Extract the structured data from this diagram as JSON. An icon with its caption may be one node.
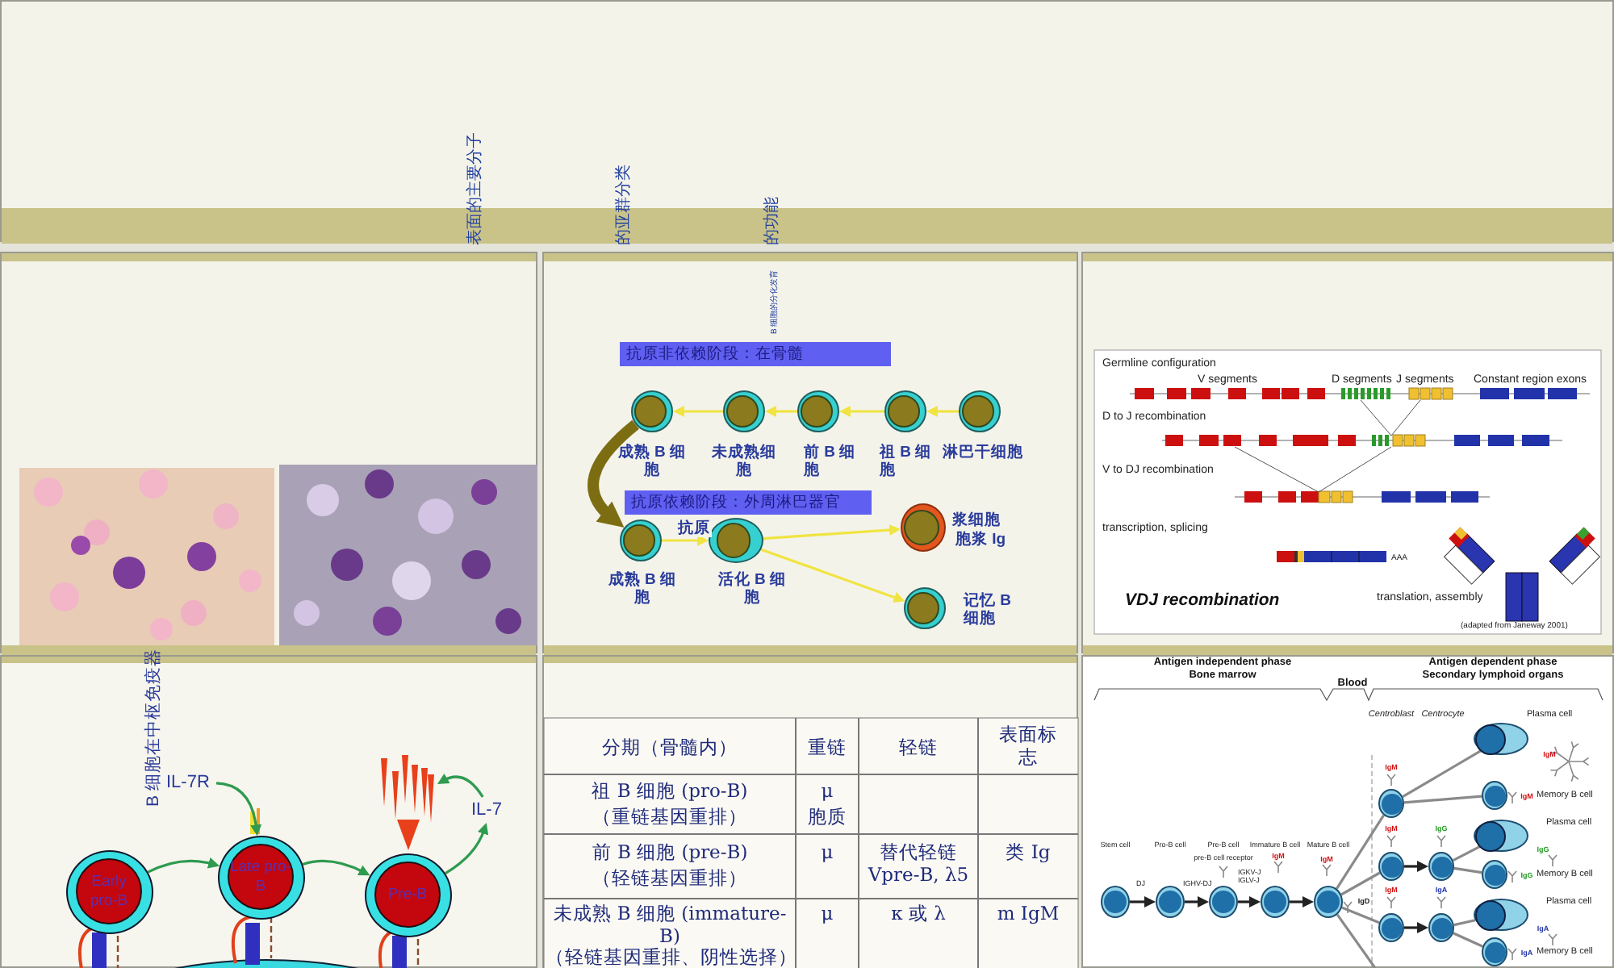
{
  "diagram": {
    "nodes": [
      {
        "text": [
          "抗原非依赖阶段：在骨髓"
        ]
      },
      {
        "text": [],
        "shape": "circle",
        "beside": [
          "成熟 B 细胞"
        ]
      },
      {
        "text": [],
        "shape": "circle",
        "beside": [
          "未成熟细胞"
        ]
      },
      {
        "text": [],
        "shape": "circle",
        "beside": [
          "前 B 细胞"
        ]
      },
      {
        "text": [],
        "shape": "circle",
        "beside": [
          "祖 B 细胞"
        ]
      },
      {
        "text": [],
        "shape": "circle",
        "beside": [
          "淋巴干细胞"
        ]
      },
      {
        "text": [
          "抗原依赖阶段：外周淋巴器官"
        ]
      },
      {
        "text": [],
        "shape": "circle",
        "beside": [
          "成熟 B 细胞"
        ]
      },
      {
        "text": [],
        "shape": "circle",
        "beside": [
          "活化 B 细胞"
        ]
      },
      {
        "text": [],
        "shape": "circle",
        "beside": [
          "浆细胞",
          "胞浆 Ig"
        ]
      },
      {
        "text": [],
        "shape": "circle",
        "beside": [
          "记忆 B 细胞"
        ]
      },
      {
        "text": [
          "Early pro-B"
        ]
      },
      {
        "text": [
          "Late pro-B"
        ]
      },
      {
        "text": [
          "Pre-B"
        ]
      },
      {
        "text": [
          "IL-7R"
        ]
      },
      {
        "text": [
          "IL-7"
        ]
      },
      {
        "text": [],
        "shape": "circle"
      },
      {
        "text": [],
        "shape": "circle"
      },
      {
        "text": [],
        "shape": "circle"
      },
      {
        "text": [],
        "shape": "circle"
      },
      {
        "text": [],
        "shape": "circle"
      },
      {
        "text": [],
        "shape": "circle"
      },
      {
        "text": [],
        "shape": "circle"
      },
      {
        "text": [],
        "shape": "circle"
      },
      {
        "text": [],
        "shape": "circle"
      },
      {
        "text": [],
        "shape": "circle"
      },
      {
        "text": [],
        "shape": "ellipse",
        "beside": [
          "Plasma cell"
        ]
      },
      {
        "text": [],
        "shape": "circle",
        "beside": [
          "Memory B cell"
        ]
      },
      {
        "text": [],
        "shape": "ellipse",
        "beside": [
          "Plasma cell"
        ]
      },
      {
        "text": [],
        "shape": "circle",
        "beside": [
          "Memory B cell"
        ]
      },
      {
        "text": [],
        "shape": "ellipse",
        "beside": [
          "Plasma cell"
        ]
      },
      {
        "text": [],
        "shape": "circle",
        "beside": [
          "Memory B cell"
        ]
      },
      {
        "text": [],
        "shape": "picture"
      }
    ],
    "edges": [
      {
        "from": 5,
        "to": 4,
        "arrow": "to",
        "color": "#f0e442"
      },
      {
        "from": 4,
        "to": 3,
        "arrow": "to",
        "color": "#f0e442"
      },
      {
        "from": 3,
        "to": 2,
        "arrow": "to",
        "color": "#f0e442"
      },
      {
        "from": 2,
        "to": 1,
        "arrow": "to",
        "color": "#f0e442"
      },
      {
        "from": 1,
        "to": 7,
        "arrow": "to",
        "style": "thick",
        "color": "#7d6d12"
      },
      {
        "from": 7,
        "to": 8,
        "arrow": "to",
        "label": "抗原",
        "color": "#f0e442"
      },
      {
        "from": 8,
        "to": 9,
        "arrow": "to",
        "color": "#f0e442"
      },
      {
        "from": 8,
        "to": 10,
        "arrow": "to",
        "color": "#f0e442"
      },
      {
        "from": 11,
        "to": 12,
        "arrow": "to",
        "color": "#2e9b4f"
      },
      {
        "from": 12,
        "to": 13,
        "arrow": "to",
        "color": "#2e9b4f"
      },
      {
        "from": 14,
        "to": 12,
        "arrow": "to",
        "color": "#2e9b4f"
      },
      {
        "from": 13,
        "to": 15,
        "arrow": "to",
        "color": "#2e9b4f"
      },
      {
        "from": 15,
        "to": 32,
        "arrow": "to",
        "color": "#2e9b4f"
      },
      {
        "from": 16,
        "to": 17,
        "arrow": "to",
        "label": "DJ",
        "color": "#222222"
      },
      {
        "from": 17,
        "to": 18,
        "arrow": "to",
        "label": "IGHV-DJ",
        "color": "#222222"
      },
      {
        "from": 18,
        "to": 19,
        "arrow": "to",
        "label": "IGKV-J IGLV-J",
        "color": "#222222"
      },
      {
        "from": 19,
        "to": 20,
        "arrow": "to",
        "color": "#222222"
      },
      {
        "from": 20,
        "to": 21,
        "arrow": "none",
        "color": "#8a8a8a"
      },
      {
        "from": 20,
        "to": 22,
        "arrow": "none",
        "color": "#8a8a8a"
      },
      {
        "from": 20,
        "to": 23,
        "arrow": "none",
        "color": "#8a8a8a"
      },
      {
        "from": 20,
        "to": null,
        "arrow": "none",
        "color": "#8a8a8a"
      },
      {
        "from": 21,
        "to": 26,
        "arrow": "none",
        "color": "#8a8a8a"
      },
      {
        "from": 21,
        "to": 27,
        "arrow": "none",
        "color": "#8a8a8a"
      },
      {
        "from": 22,
        "to": 24,
        "arrow": "to",
        "color": "#222222"
      },
      {
        "from": 23,
        "to": 25,
        "arrow": "to",
        "color": "#222222"
      },
      {
        "from": 24,
        "to": 28,
        "arrow": "none",
        "color": "#8a8a8a"
      },
      {
        "from": 24,
        "to": 29,
        "arrow": "none",
        "color": "#8a8a8a"
      },
      {
        "from": 25,
        "to": 30,
        "arrow": "none",
        "color": "#8a8a8a"
      },
      {
        "from": 25,
        "to": 31,
        "arrow": "none",
        "color": "#8a8a8a"
      }
    ],
    "labels": [
      "表面的主要分子",
      "的亚群分类",
      "的功能",
      "B 细胞的分化发育",
      "Germline configuration",
      "V segments",
      "D segments",
      "J segments",
      "Constant region exons",
      "D to J recombination",
      "V to DJ recombination",
      "transcription, splicing",
      "AAA",
      "VDJ recombination",
      "translation, assembly",
      "(adapted from Janeway 2001)",
      "B 细胞在中枢免疫器",
      "分期（骨髓内）",
      "重链",
      "轻链",
      "表面标志",
      "祖 B 细胞 (pro-B)",
      "（重链基因重排）",
      "μ",
      "胞质",
      "前 B 细胞 (pre-B)",
      "（轻链基因重排）",
      "μ",
      "替代轻链 Vpre-B, λ5",
      "类 Ig",
      "未成熟 B 细胞 (immature-B)",
      "（轻链基因重排、阴性选择）",
      "μ",
      "κ 或 λ",
      "m IgM",
      "Antigen independent phase",
      "Bone marrow",
      "Blood",
      "Antigen dependent phase",
      "Secondary lymphoid organs",
      "Centroblast",
      "Centrocyte",
      "pre-B cell receptor",
      "IgM",
      "IgM",
      "IgD",
      "IgM",
      "IgM",
      "IgG",
      "IgM",
      "IgA",
      "IgM",
      "IgM",
      "IgG",
      "IgG",
      "IgA",
      "IgA",
      "Stem cell",
      "Pro-B cell",
      "Pre-B cell",
      "Immature B cell",
      "Mature B cell"
    ]
  }
}
